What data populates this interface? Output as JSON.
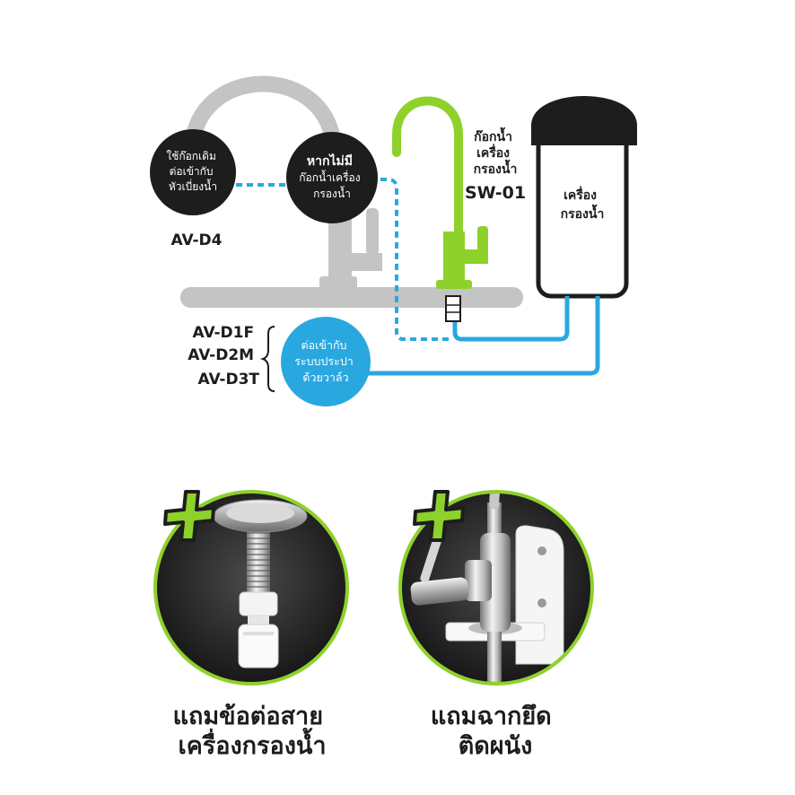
{
  "diagram": {
    "existing_faucet_bubble": [
      "ใช้ก๊อกเดิม",
      "ต่อเข้ากับ",
      "หัวเบี่ยงน้ำ"
    ],
    "existing_faucet_model": "AV-D4",
    "no_filter_faucet_bubble": [
      "หากไม่มี",
      "ก๊อกน้ำเครื่อง",
      "กรองน้ำ"
    ],
    "filter_faucet_label": [
      "ก๊อกน้ำ",
      "เครื่อง",
      "กรองน้ำ"
    ],
    "filter_faucet_model": "SW-01",
    "filter_unit_label": [
      "เครื่อง",
      "กรองน้ำ"
    ],
    "valve_models": [
      "AV-D1F",
      "AV-D2M",
      "AV-D3T"
    ],
    "valve_bubble": [
      "ต่อเข้ากับ",
      "ระบบประปา",
      "ด้วยวาล์ว"
    ]
  },
  "bonus": [
    {
      "caption": [
        "แถมข้อต่อสาย",
        "เครื่องกรองน้ำ"
      ]
    },
    {
      "caption": [
        "แถมฉากยึด",
        "ติดผนัง"
      ]
    }
  ],
  "colors": {
    "accent_green": "#8ed12b",
    "water_blue": "#29a8e0",
    "dark": "#1d1d1d",
    "gray": "#c4c4c4"
  }
}
